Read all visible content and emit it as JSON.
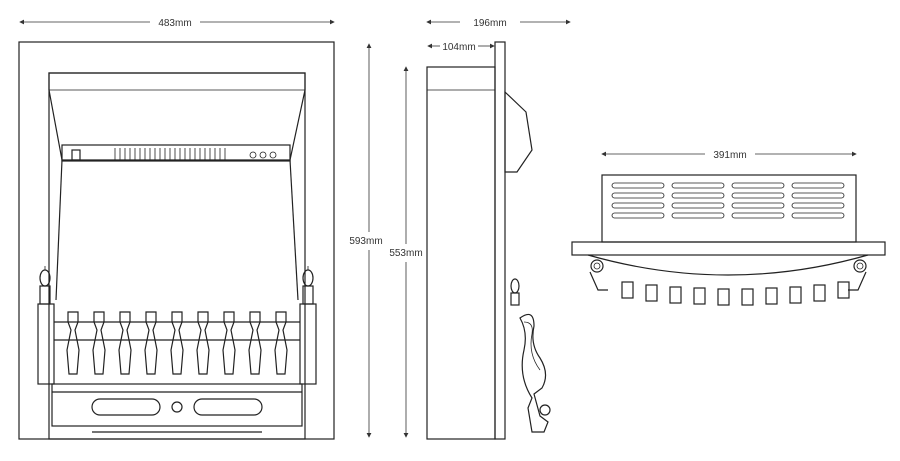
{
  "dimensions": {
    "front_width": "483mm",
    "front_height": "593mm",
    "side_height": "553mm",
    "side_depth": "196mm",
    "side_inner_depth": "104mm",
    "top_width": "391mm"
  }
}
